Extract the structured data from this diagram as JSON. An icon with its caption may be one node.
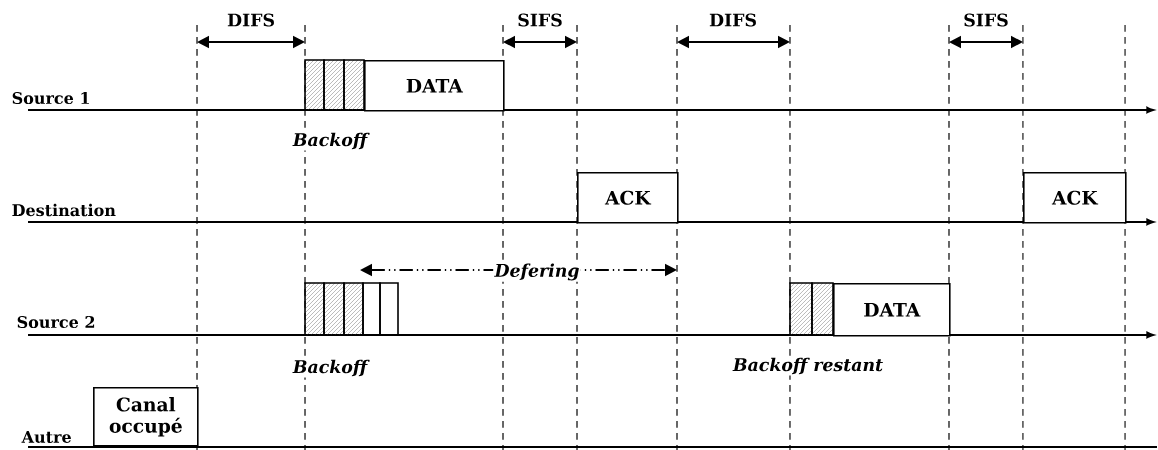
{
  "diagram": {
    "nodes": [
      {
        "text": [
          "DATA"
        ]
      },
      {
        "text": [
          "ACK"
        ]
      },
      {
        "text": [
          "ACK"
        ]
      },
      {
        "text": [
          "DATA"
        ]
      },
      {
        "text": [
          "Canal occupé"
        ]
      }
    ],
    "labels": [
      "DIFS",
      "SIFS",
      "DIFS",
      "SIFS",
      "Source 1",
      "Backoff",
      "Destination",
      "Defering",
      "Source 2",
      "Backoff",
      "Backoff restant",
      "Autre"
    ]
  }
}
